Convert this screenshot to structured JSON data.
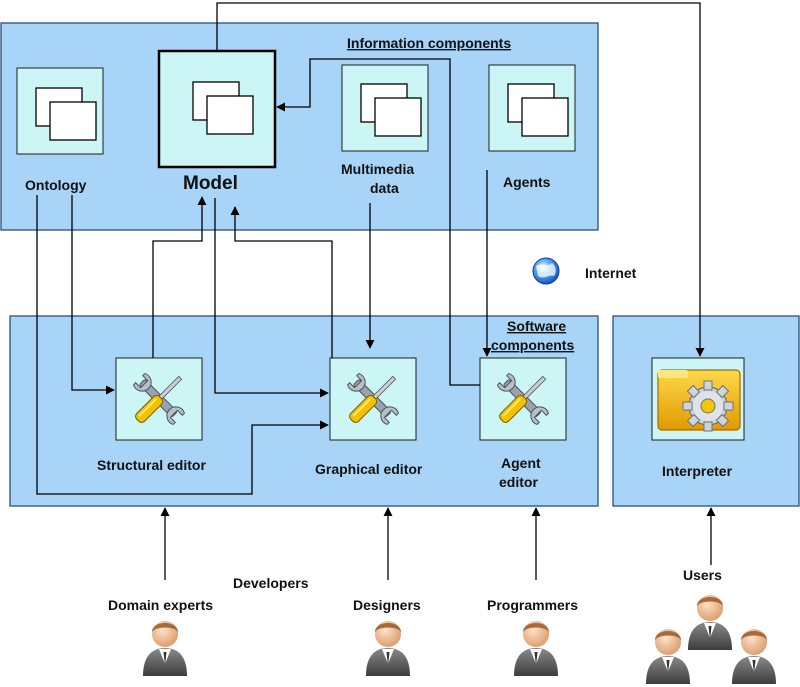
{
  "info_panel": {
    "title": "Information components",
    "ontology": "Ontology",
    "model": "Model",
    "multimedia_line1": "Multimedia",
    "multimedia_line2": "data",
    "agents": "Agents"
  },
  "internet": {
    "label": "Internet"
  },
  "software_panel": {
    "title_line1": "Software",
    "title_line2": "components",
    "structural_editor": "Structural editor",
    "graphical_editor": "Graphical editor",
    "agent_editor_line1": "Agent",
    "agent_editor_line2": "editor"
  },
  "interpreter_panel": {
    "label": "Interpreter"
  },
  "actors": {
    "developers": "Developers",
    "domain_experts": "Domain experts",
    "designers": "Designers",
    "programmers": "Programmers",
    "users": "Users"
  },
  "colors": {
    "panel_fill": "#a8d4f7",
    "box_fill": "#ccf5f5",
    "arrow": "#000000"
  },
  "icons": {
    "component": "stacked-windows-icon",
    "editor": "wrench-screwdriver-icon",
    "interpreter": "gear-folder-icon",
    "internet": "globe-icon",
    "person": "person-icon"
  }
}
